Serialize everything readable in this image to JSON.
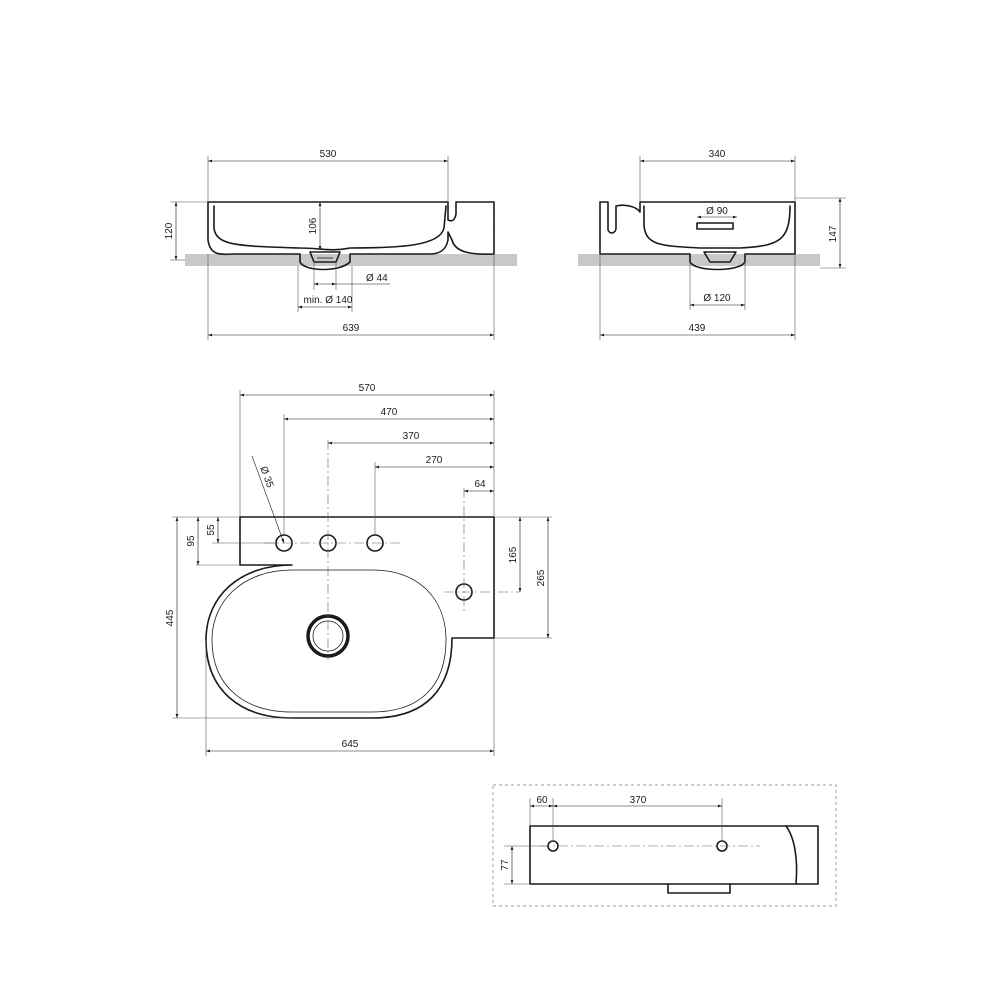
{
  "front_view": {
    "width_top": "530",
    "depth_bowl": "106",
    "height_total": "120",
    "drain_dia": "Ø 44",
    "min_cutout": "min. Ø 140",
    "overall_width": "639"
  },
  "side_view": {
    "width_top": "340",
    "overflow_dia": "Ø 90",
    "height_total": "147",
    "drain_dia": "Ø 120",
    "overall_depth": "439"
  },
  "plan_view": {
    "dim_570": "570",
    "dim_470": "470",
    "dim_370": "370",
    "dim_270": "270",
    "dim_64": "64",
    "hole_note": "Ø 35",
    "dim_55": "55",
    "dim_95": "95",
    "dim_445": "445",
    "dim_165": "165",
    "dim_265": "265",
    "dim_645": "645"
  },
  "detail_view": {
    "dim_60": "60",
    "dim_370": "370",
    "dim_77": "77"
  },
  "colors": {
    "line": "#1a1a1a",
    "countertop": "#c8c8c8"
  }
}
